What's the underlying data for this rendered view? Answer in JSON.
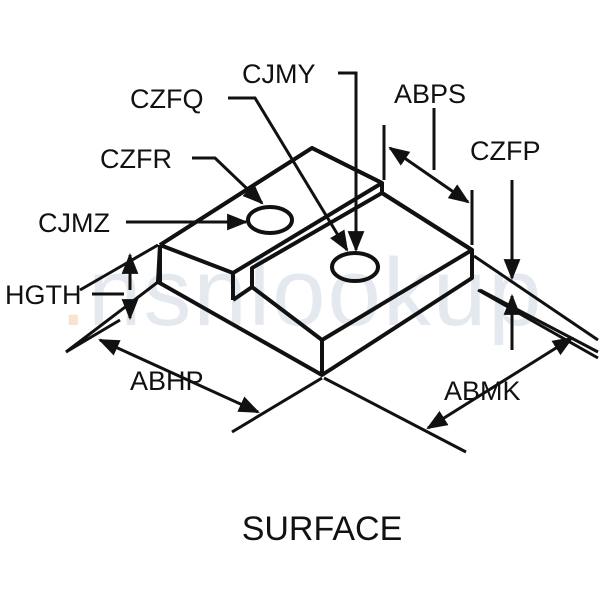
{
  "labels": {
    "cjmy": "CJMY",
    "czfq": "CZFQ",
    "abps": "ABPS",
    "czfr": "CZFR",
    "czfp": "CZFP",
    "cjmz": "CJMZ",
    "hgth": "HGTH",
    "abhp": "ABHP",
    "abmk": "ABMK"
  },
  "caption": "SURFACE",
  "watermark": {
    "dot": ".",
    "text": "nsnlookup"
  },
  "colors": {
    "ink": "#111111",
    "background": "#ffffff",
    "watermark": "#8aa0b8"
  }
}
